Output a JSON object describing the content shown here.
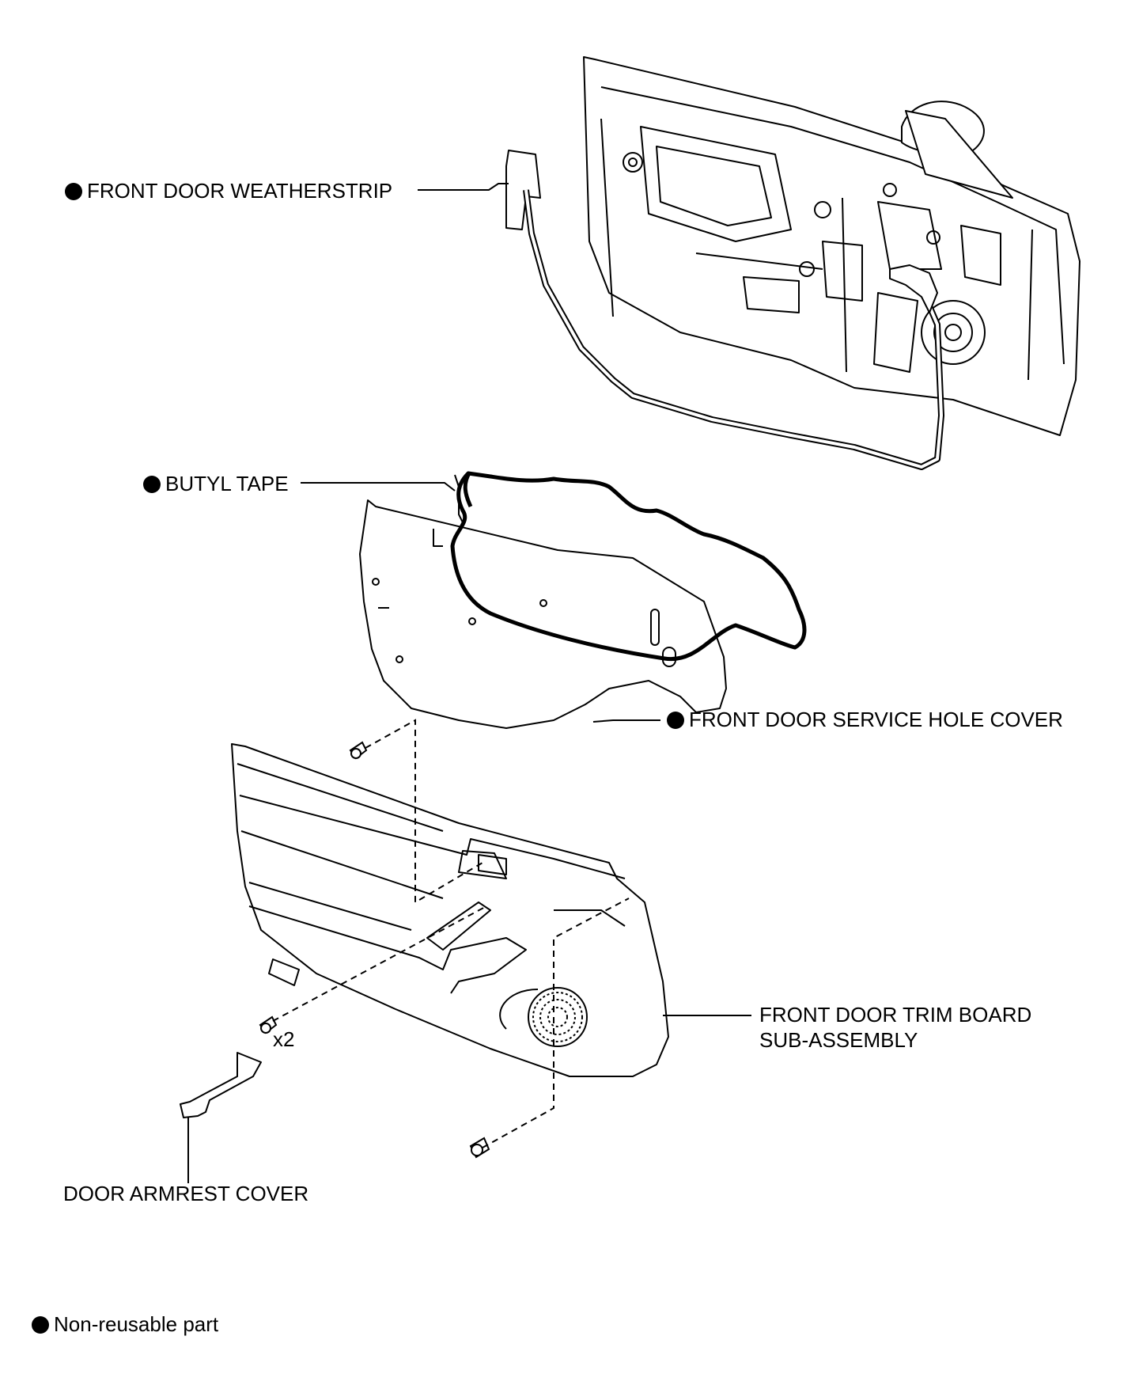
{
  "labels": {
    "weatherstrip": "FRONT DOOR WEATHERSTRIP",
    "butyl_tape": "BUTYL TAPE",
    "service_hole_cover": "FRONT DOOR SERVICE HOLE COVER",
    "trim_board_line1": "FRONT DOOR TRIM BOARD",
    "trim_board_line2": "SUB-ASSEMBLY",
    "armrest_cover": "DOOR ARMREST COVER",
    "clip_count": "x2"
  },
  "legend": {
    "non_reusable": "Non-reusable part"
  },
  "colors": {
    "line": "#000000",
    "background": "#ffffff",
    "marker": "#000000"
  },
  "icons": {
    "non_reusable_marker": "filled-circle"
  }
}
